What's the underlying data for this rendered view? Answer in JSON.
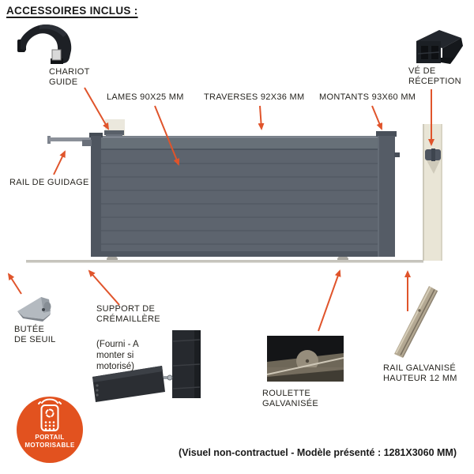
{
  "title": "ACCESSOIRES INCLUS :",
  "labels": {
    "chariot_guide": "CHARIOT\nGUIDE",
    "lames": "LAMES 90X25 MM",
    "traverses": "TRAVERSES 92X36 MM",
    "montants": "MONTANTS 93X60 MM",
    "ve_reception": "VÉ DE\nRÉCEPTION",
    "rail_guidage": "RAIL DE GUIDAGE",
    "butee_seuil": "BUTÉE\nDE SEUIL",
    "support_cremaillere": "SUPPORT DE\nCRÉMAILLÈRE",
    "support_note": "(Fourni - A\nmonter si\nmotorisé)",
    "roulette": "ROULETTE\nGALVANISÉE",
    "rail_galvanise": "RAIL GALVANISÉ\nHAUTEUR 12 MM"
  },
  "badge": {
    "line1": "PORTAIL",
    "line2": "MOTORISABLE"
  },
  "footer_note": "(Visuel non-contractuel - Modèle présenté : 1281X3060 MM)",
  "icons": {
    "badge_icon": "remote-control-icon"
  },
  "colors": {
    "accent_orange": "#E2521F",
    "arrow_orange": "#E0542B",
    "gate_gray": "#5D646E",
    "gate_frame_gray": "#4F5660",
    "post_beige": "#E9E5D6",
    "ground_rail_gray": "#C6C4BD",
    "text_black": "#26241F"
  }
}
